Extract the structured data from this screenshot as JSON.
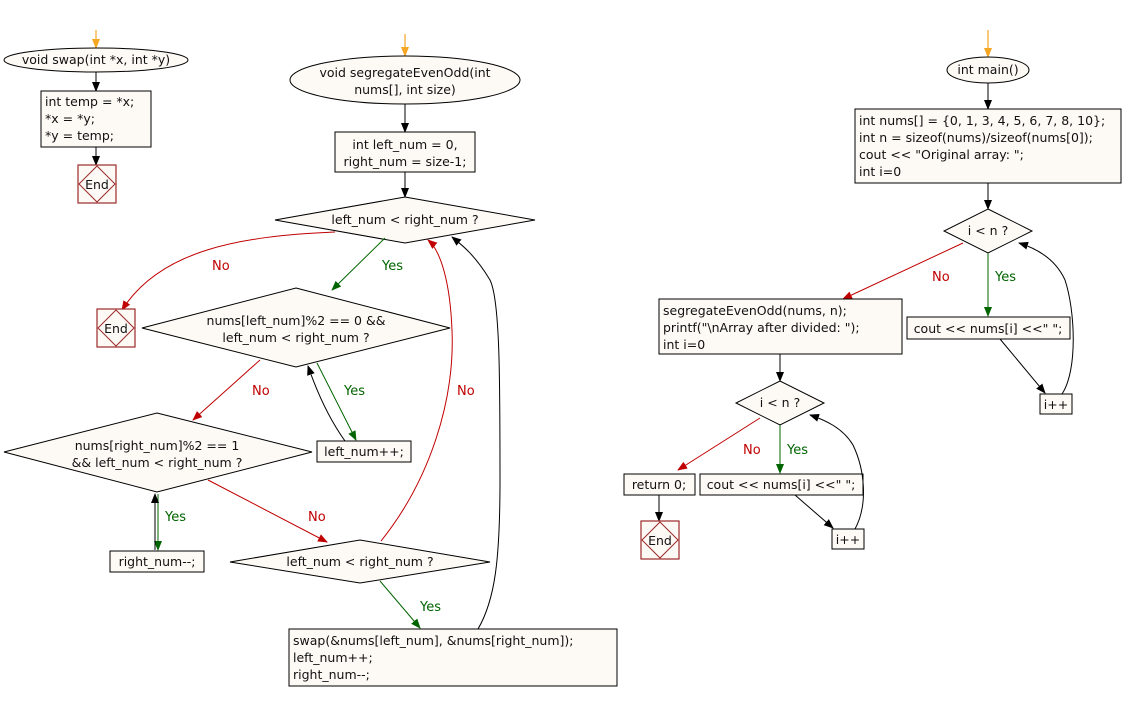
{
  "colors": {
    "node_fill": "#fdfaf5",
    "end_stroke": "#9b2a2a",
    "no_edge": "#c00000",
    "yes_edge": "#006400",
    "entry_arrow": "#f5a623",
    "default_edge": "#000000"
  },
  "labels": {
    "yes": "Yes",
    "no": "No",
    "end": "End"
  },
  "swap": {
    "start": "void swap(int *x, int *y)",
    "body": [
      "int temp = *x;",
      "*x = *y;",
      "*y = temp;"
    ]
  },
  "segregate": {
    "start_lines": [
      "void segregateEvenOdd(int",
      "nums[], int size)"
    ],
    "init_lines": [
      "int left_num = 0,",
      "right_num = size-1;"
    ],
    "cond_main": "left_num < right_num ?",
    "cond_even_lines": [
      "nums[left_num]%2 == 0 &&",
      "left_num < right_num ?"
    ],
    "left_inc": "left_num++;",
    "cond_odd_lines": [
      "nums[right_num]%2 == 1",
      "&& left_num < right_num ?"
    ],
    "right_dec": "right_num--;",
    "cond_swap": "left_num < right_num ?",
    "swap_lines": [
      "swap(&nums[left_num], &nums[right_num]);",
      "left_num++;",
      "right_num--;"
    ]
  },
  "main": {
    "start": "int main()",
    "init_lines": [
      "int nums[] = {0, 1, 3, 4, 5, 6, 7, 8, 10};",
      "int n = sizeof(nums)/sizeof(nums[0]);",
      "cout << \"Original array: \";",
      "int i=0"
    ],
    "loop1_cond": "i < n ?",
    "loop1_body": "cout << nums[i] <<\" \";",
    "loop1_inc": "i++",
    "after_lines": [
      "segregateEvenOdd(nums, n);",
      "printf(\"\\nArray after divided: \");",
      "int i=0"
    ],
    "loop2_cond": "i < n ?",
    "loop2_body": "cout << nums[i] <<\" \";",
    "loop2_inc": "i++",
    "return": "return 0;"
  }
}
